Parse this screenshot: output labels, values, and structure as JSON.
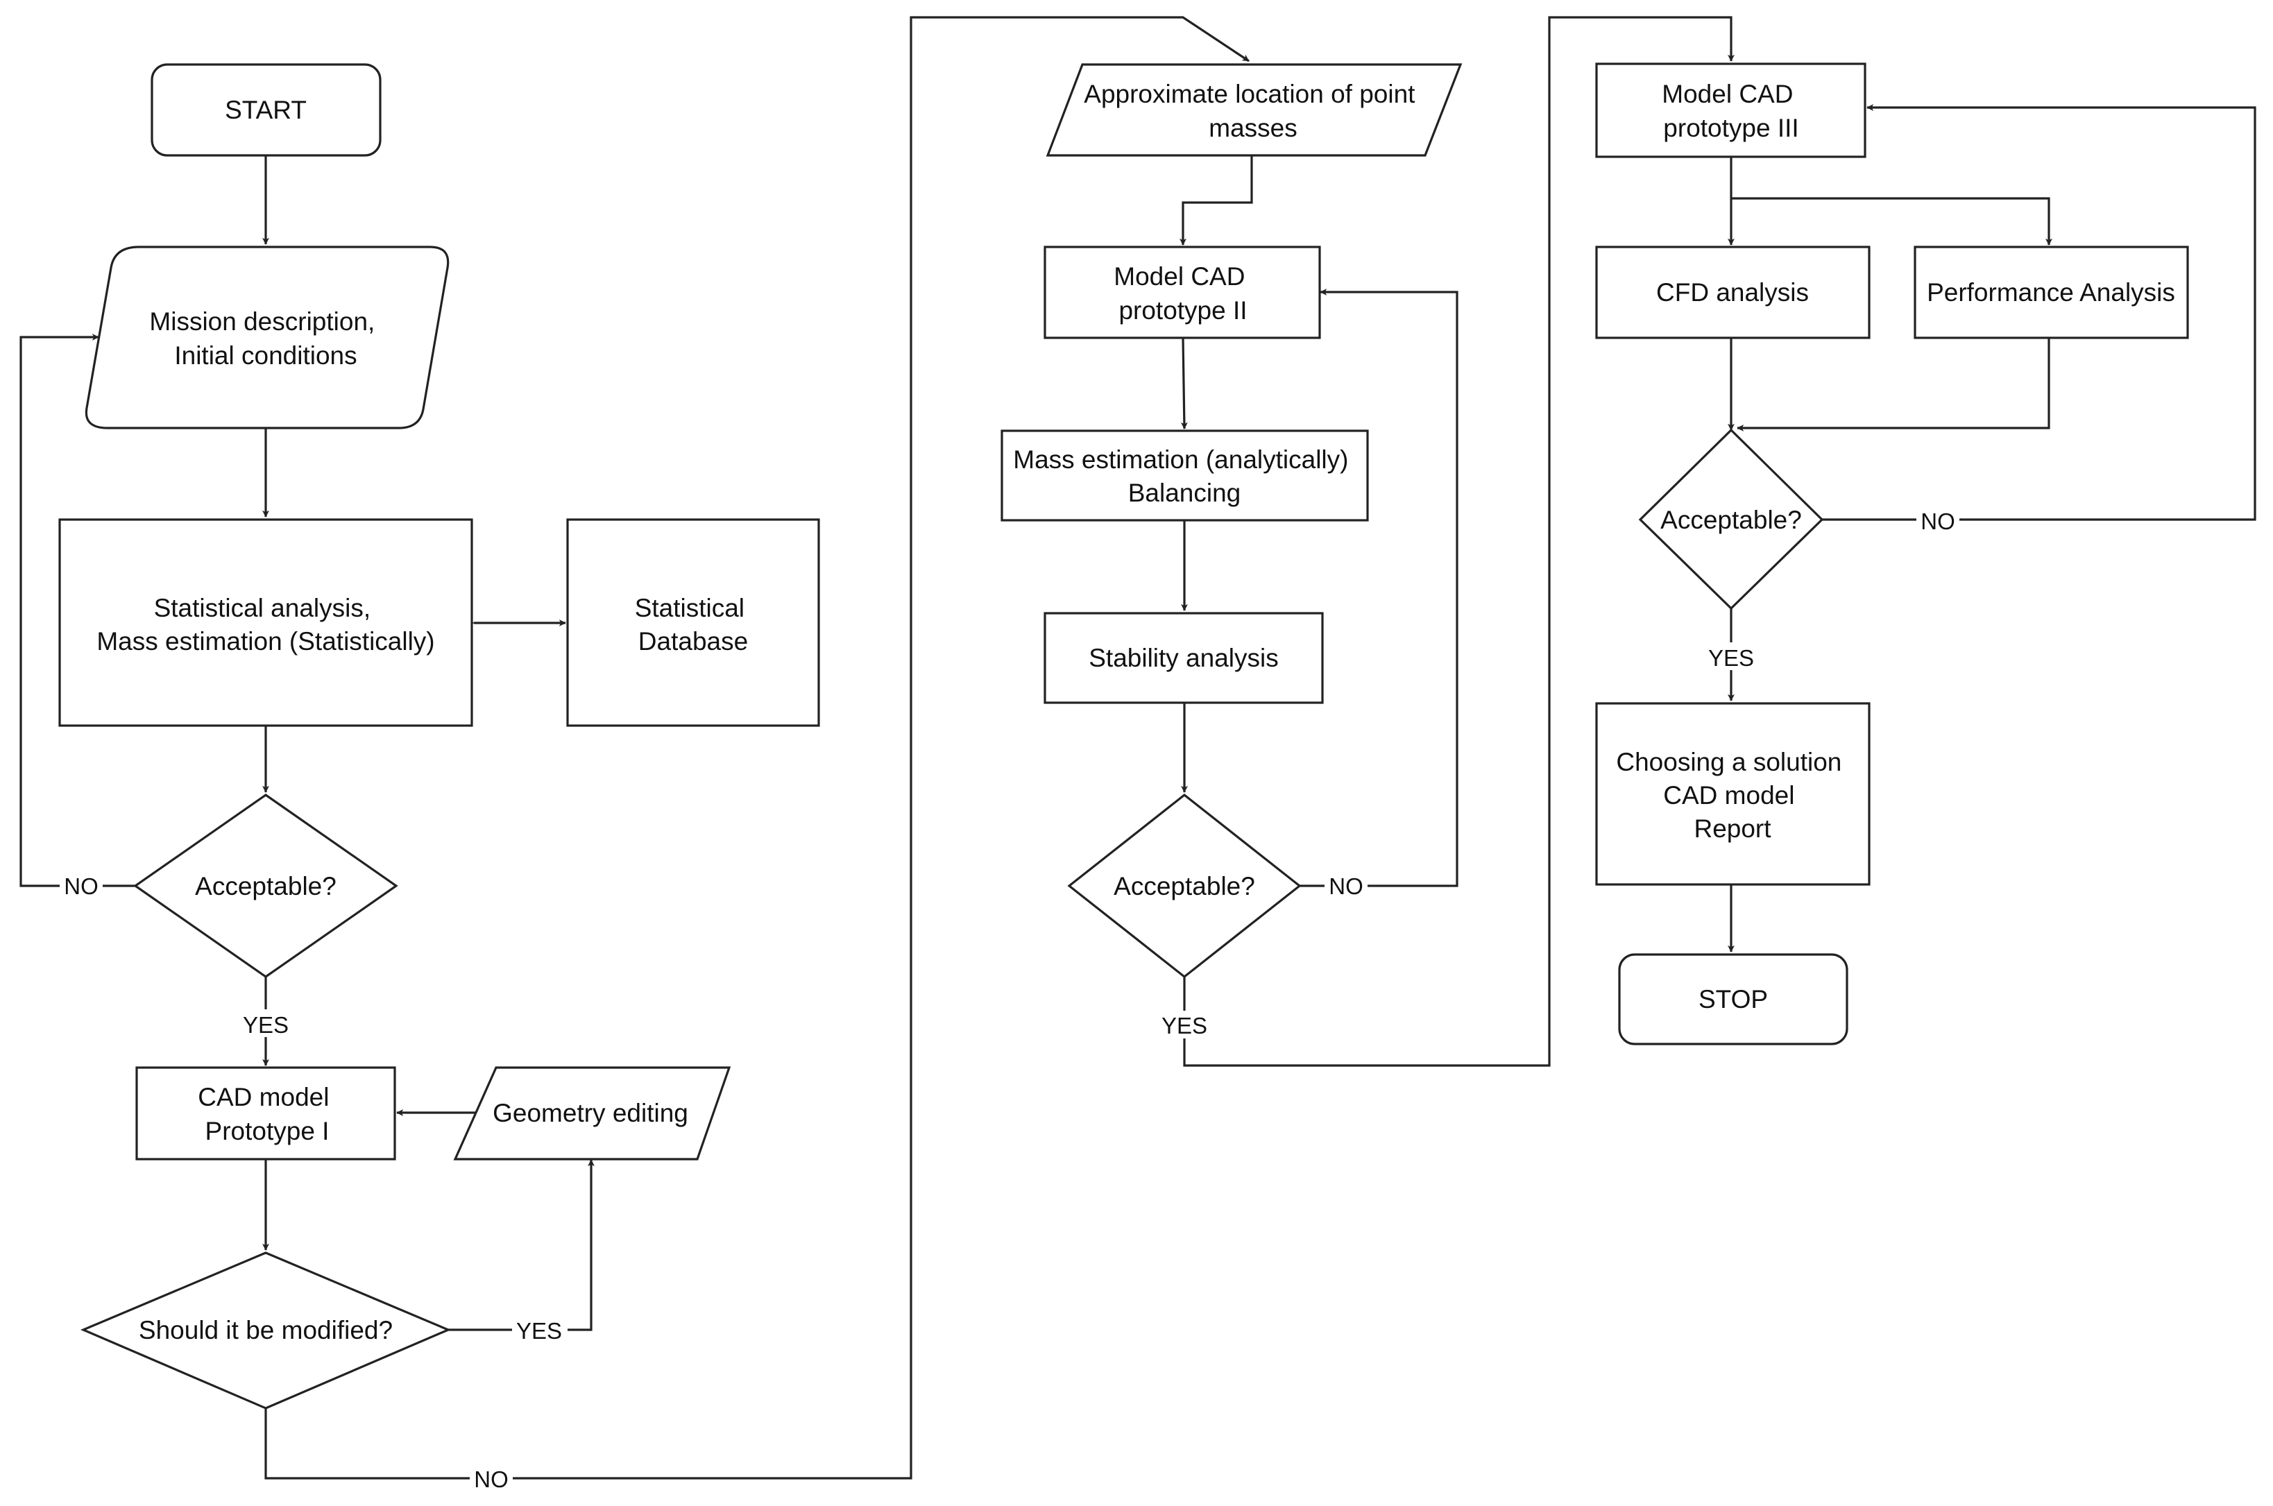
{
  "nodes": {
    "start": "START",
    "mission": [
      "Mission description,",
      "Initial conditions"
    ],
    "stat_analysis": [
      "Statistical analysis,",
      "Mass estimation (Statistically)"
    ],
    "stat_db": [
      "Statistical",
      "Database"
    ],
    "accept1": "Acceptable?",
    "cad1": [
      "CAD model",
      "Prototype I"
    ],
    "geom_edit": "Geometry editing",
    "modify": "Should it be modified?",
    "point_masses": [
      "Approximate location of point",
      "masses"
    ],
    "cad2": [
      "Model CAD",
      "prototype II"
    ],
    "mass_est": [
      "Mass estimation (analytically)",
      "Balancing"
    ],
    "stability": "Stability analysis",
    "accept2": "Acceptable?",
    "cad3": [
      "Model CAD",
      "prototype III"
    ],
    "cfd": "CFD analysis",
    "perf": "Performance Analysis",
    "accept3": "Acceptable?",
    "choose": [
      "Choosing a solution",
      "CAD model",
      "Report"
    ],
    "stop": "STOP"
  },
  "edge_labels": {
    "no1": "NO",
    "yes1": "YES",
    "yes_modify": "YES",
    "no_modify": "NO",
    "no2": "NO",
    "yes2": "YES",
    "no3": "NO",
    "yes3": "YES"
  },
  "colors": {
    "stroke": "#222222",
    "fill": "#ffffff",
    "text": "#111111"
  }
}
